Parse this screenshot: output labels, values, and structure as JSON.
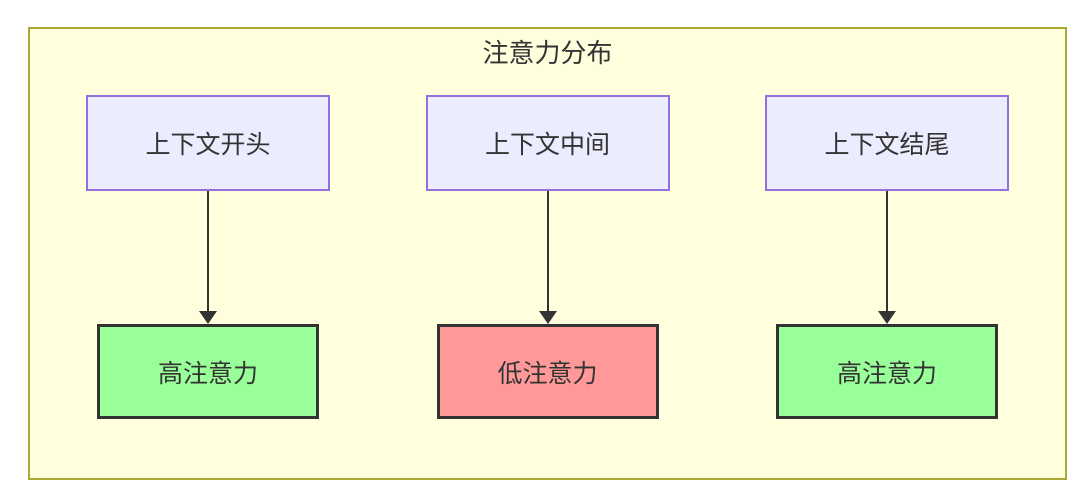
{
  "diagram": {
    "title": "注意力分布",
    "columns": [
      {
        "source": "上下文开头",
        "target": "高注意力",
        "target_level": "high"
      },
      {
        "source": "上下文中间",
        "target": "低注意力",
        "target_level": "low"
      },
      {
        "source": "上下文结尾",
        "target": "高注意力",
        "target_level": "high"
      }
    ],
    "colors": {
      "cluster_background": "#ffffde",
      "cluster_border": "#aaaa33",
      "source_node_background": "#ececff",
      "source_node_border": "#9370db",
      "high_attention_background": "#99ff99",
      "low_attention_background": "#ff9999",
      "target_node_border": "#333333",
      "arrow": "#333333",
      "text": "#333333"
    }
  }
}
